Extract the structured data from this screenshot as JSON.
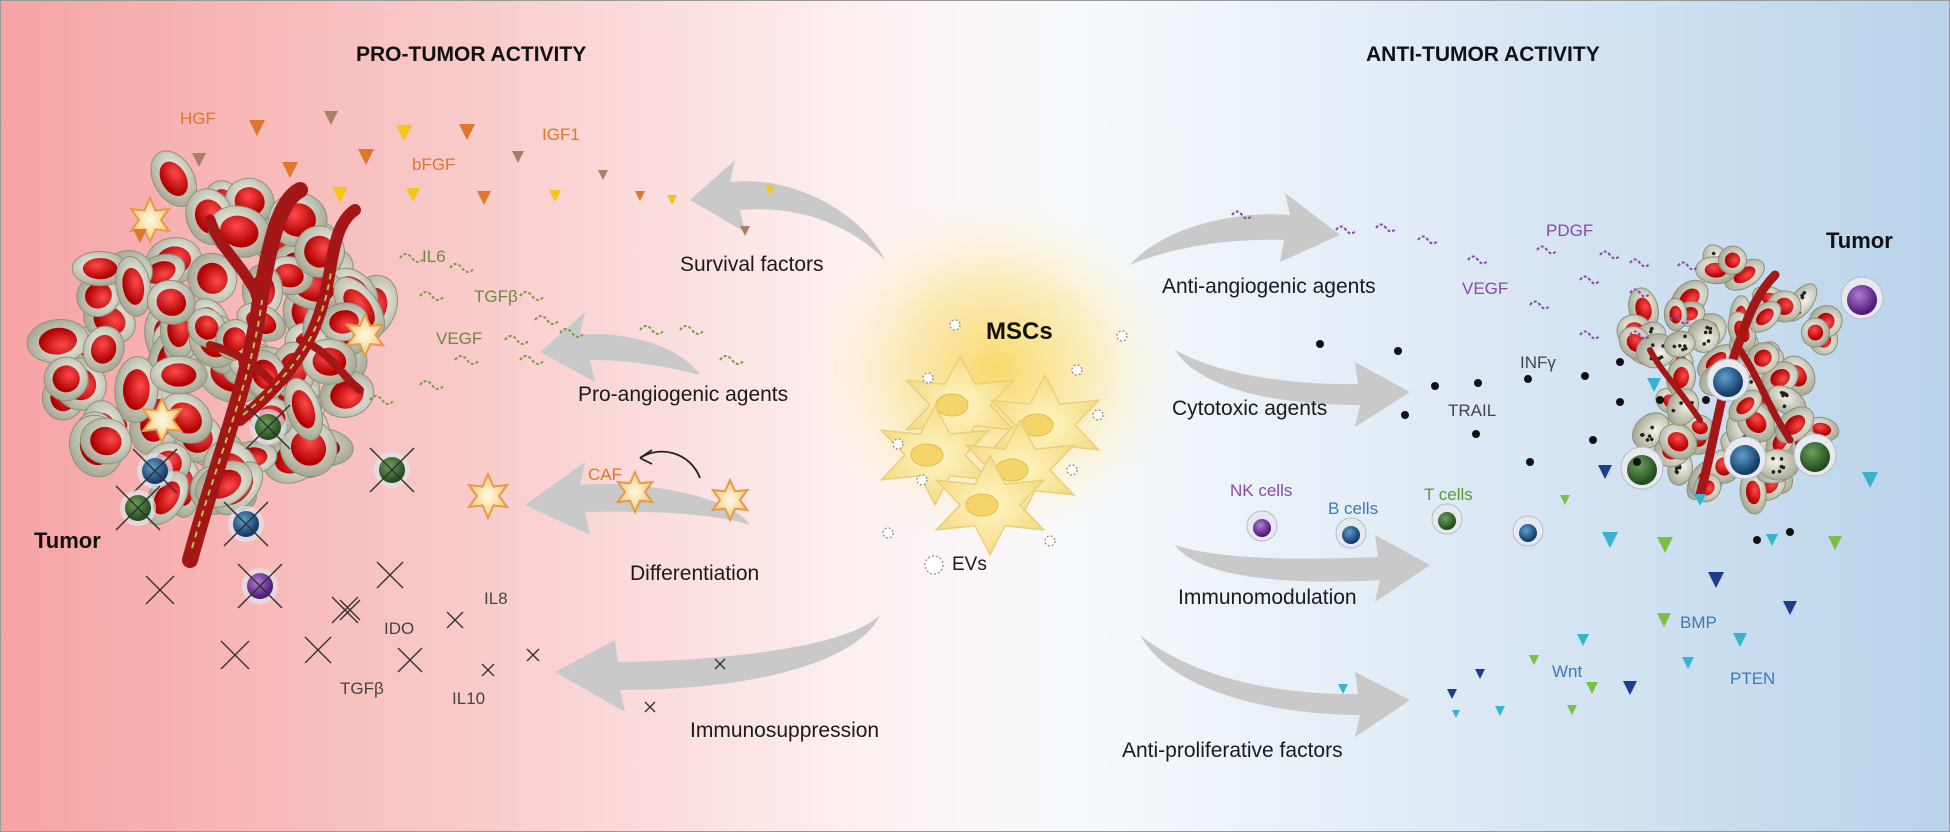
{
  "headings": {
    "pro_tumor": "PRO-TUMOR ACTIVITY",
    "anti_tumor": "ANTI-TUMOR ACTIVITY"
  },
  "center": {
    "mscs": "MSCs",
    "evs": "EVs"
  },
  "tumor_left": "Tumor",
  "tumor_right": "Tumor",
  "pro_processes": {
    "survival": "Survival factors",
    "angiogenic": "Pro-angiogenic agents",
    "differentiation": "Differentiation",
    "immunosuppression": "Immunosuppression"
  },
  "anti_processes": {
    "anti_angiogenic": "Anti-angiogenic agents",
    "cytotoxic": "Cytotoxic agents",
    "immunomodulation": "Immunomodulation",
    "anti_proliferative": "Anti-proliferative factors"
  },
  "survival_factors": [
    "HGF",
    "bFGF",
    "IGF1"
  ],
  "pro_angio_factors": [
    "IL6",
    "TGFβ",
    "VEGF"
  ],
  "caf": "CAF",
  "immunosuppressive_factors": [
    "IL8",
    "IDO",
    "TGFβ",
    "IL10"
  ],
  "anti_angio_factors": [
    "PDGF",
    "VEGF"
  ],
  "cytotoxic_factors": [
    "INFγ",
    "TRAIL"
  ],
  "immune_cells": [
    "NK cells",
    "B cells",
    "T cells"
  ],
  "anti_prolif_factors": [
    "BMP",
    "Wnt",
    "PTEN"
  ],
  "colors": {
    "pro_bg": "#f6a7a7",
    "anti_bg": "#bcd6ea",
    "vessel": "#b71c1c",
    "nucleus": "#d11a1a",
    "arrow": "#c8c8c8",
    "msc_glow": "#fbe27a"
  }
}
